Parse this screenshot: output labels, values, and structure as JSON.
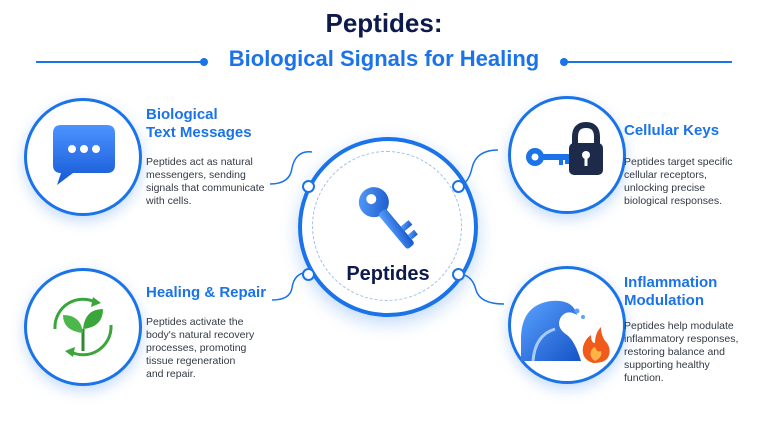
{
  "header": {
    "title": "Peptides:",
    "subtitle": "Biological Signals for Healing"
  },
  "center": {
    "label": "Peptides",
    "icon": "key-icon"
  },
  "cards": [
    {
      "id": "messages",
      "icon": "chat-bubble-icon",
      "title": "Biological\nText Messages",
      "description": "Peptides act as natural\nmessengers, sending\nsignals that communicate\nwith cells."
    },
    {
      "id": "keys",
      "icon": "key-and-padlock-icon",
      "title": "Cellular Keys",
      "description": "Peptides target specific\ncellular receptors,\nunlocking precise\nbiological responses."
    },
    {
      "id": "healing",
      "icon": "sprout-recycle-icon",
      "title": "Healing & Repair",
      "description": "Peptides activate the\nbody's natural recovery\nprocesses, promoting\ntissue regeneration\nand repair."
    },
    {
      "id": "inflammation",
      "icon": "wave-and-flame-icon",
      "title": "Inflammation\nModulation",
      "description": "Peptides help modulate\ninflammatory responses,\nrestoring balance and\nsupporting healthy\nfunction."
    }
  ],
  "colors": {
    "primary": "#1a73e8",
    "heading": "#0d1b4c",
    "text": "#333a45",
    "leaf": "#3aa53a",
    "flame": "#f05a1a"
  }
}
